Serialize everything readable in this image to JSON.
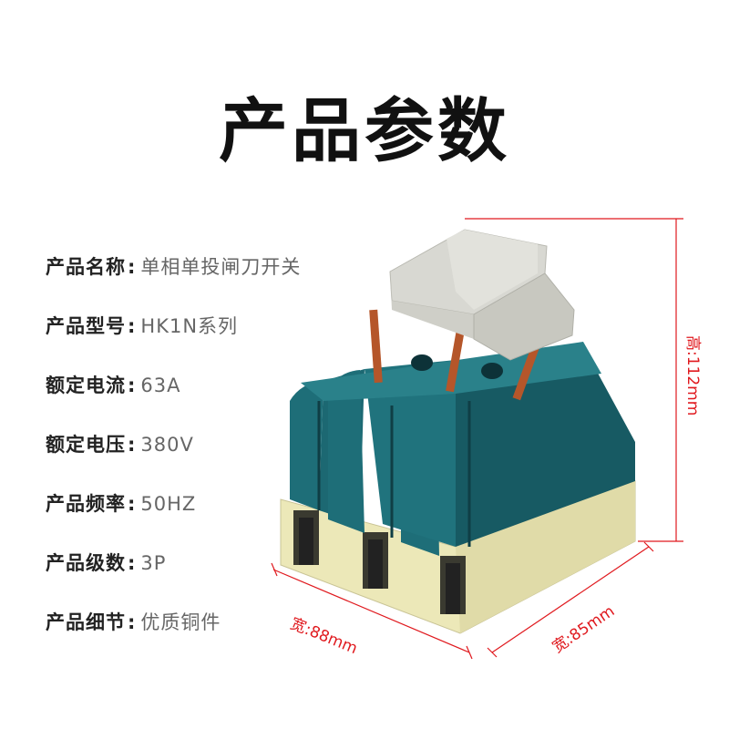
{
  "title": "产品参数",
  "specs": [
    {
      "label": "产品名称",
      "value": "单相单投闸刀开关"
    },
    {
      "label": "产品型号",
      "value": "HK1N系列"
    },
    {
      "label": "额定电流",
      "value": "63A"
    },
    {
      "label": "额定电压",
      "value": "380V"
    },
    {
      "label": "产品频率",
      "value": "50HZ"
    },
    {
      "label": "产品级数",
      "value": "3P"
    },
    {
      "label": "产品细节",
      "value": "优质铜件"
    }
  ],
  "separator": ":",
  "dimensions": {
    "height": "高:112mm",
    "width": "宽:88mm",
    "depth": "宽:85mm"
  },
  "colors": {
    "dimension_line": "#e0191e",
    "body_teal": "#1e6e78",
    "base_cream": "#ece8b8",
    "handle_grey": "#d8d8d2",
    "copper": "#b5562a"
  }
}
